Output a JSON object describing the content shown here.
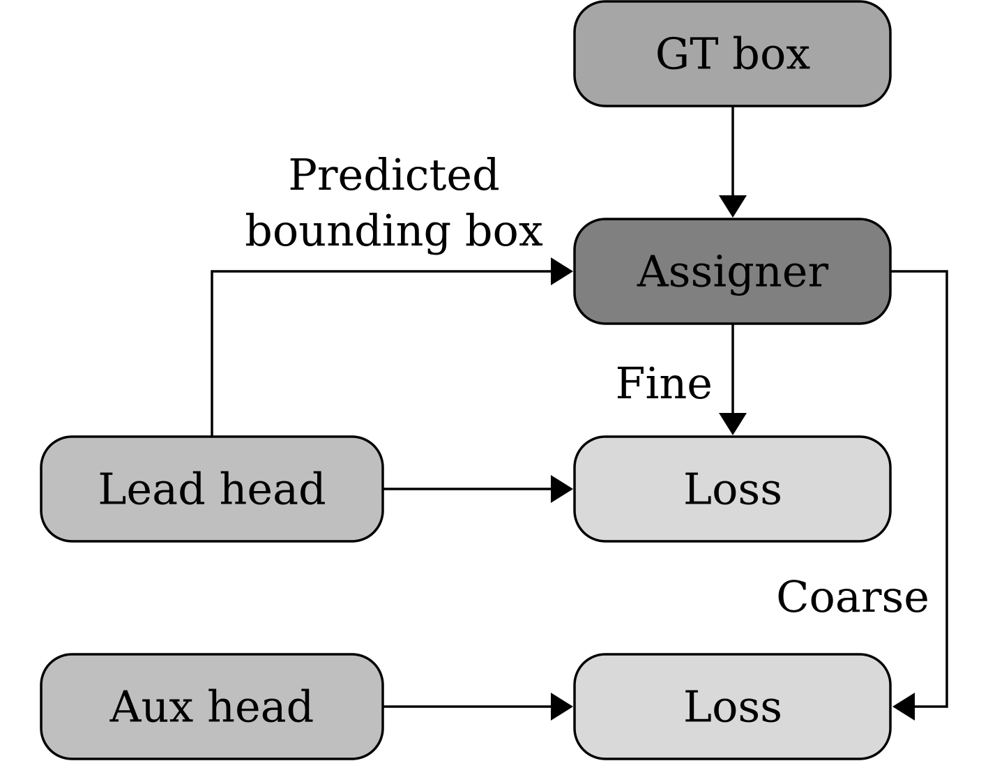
{
  "nodes": {
    "gt_box": {
      "label": "GT box",
      "fill": "#a6a6a6"
    },
    "assigner": {
      "label": "Assigner",
      "fill": "#808080"
    },
    "lead_head": {
      "label": "Lead head",
      "fill": "#bfbfbf"
    },
    "aux_head": {
      "label": "Aux head",
      "fill": "#bfbfbf"
    },
    "loss_fine": {
      "label": "Loss",
      "fill": "#d9d9d9"
    },
    "loss_coarse": {
      "label": "Loss",
      "fill": "#d9d9d9"
    }
  },
  "edges": {
    "predicted_line1": "Predicted",
    "predicted_line2": "bounding box",
    "fine": "Fine",
    "coarse": "Coarse"
  }
}
